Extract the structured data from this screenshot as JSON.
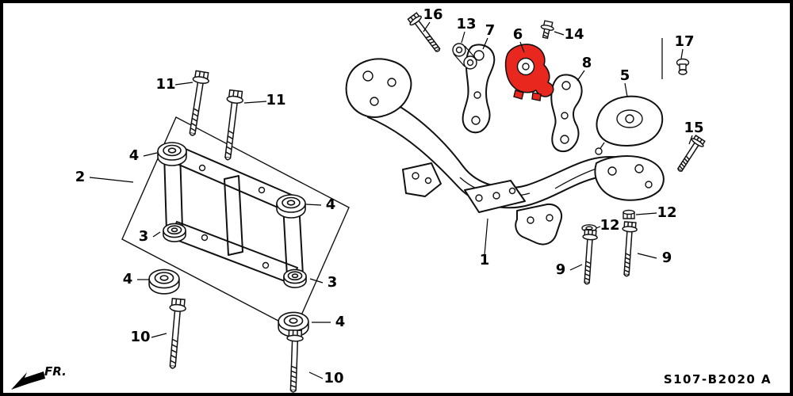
{
  "diagram": {
    "drawing_code": "S107-B2020 A",
    "front_label": "FR.",
    "highlight_color": "#e8281e",
    "line_color": "#111111",
    "callouts": [
      {
        "part": "16"
      },
      {
        "part": "13"
      },
      {
        "part": "7"
      },
      {
        "part": "6"
      },
      {
        "part": "14"
      },
      {
        "part": "17"
      },
      {
        "part": "8"
      },
      {
        "part": "5"
      },
      {
        "part": "11"
      },
      {
        "part": "11"
      },
      {
        "part": "15"
      },
      {
        "part": "2"
      },
      {
        "part": "4"
      },
      {
        "part": "4"
      },
      {
        "part": "12"
      },
      {
        "part": "12"
      },
      {
        "part": "3"
      },
      {
        "part": "9"
      },
      {
        "part": "1"
      },
      {
        "part": "9"
      },
      {
        "part": "4"
      },
      {
        "part": "3"
      },
      {
        "part": "4"
      },
      {
        "part": "10"
      },
      {
        "part": "10"
      }
    ]
  }
}
